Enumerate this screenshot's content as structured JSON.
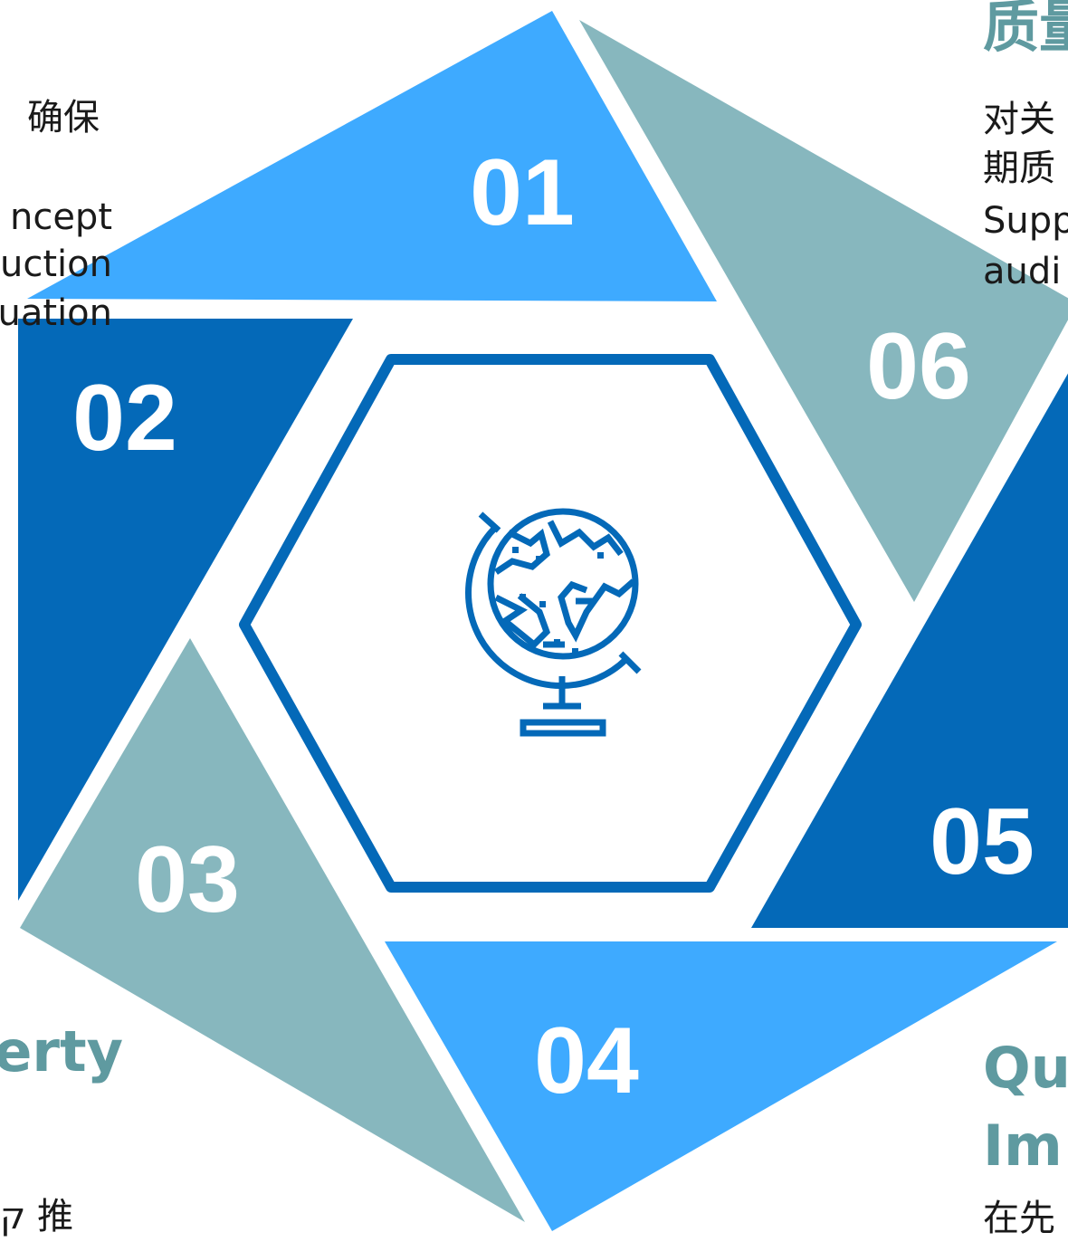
{
  "colors": {
    "light_blue": "#3eaaff",
    "dark_blue": "#0469b8",
    "gray_teal": "#87b7be",
    "accent_text": "#5f9aa0",
    "icon": "#0469b8"
  },
  "segments": [
    {
      "number": "01",
      "color": "#3eaaff"
    },
    {
      "number": "02",
      "color": "#0469b8"
    },
    {
      "number": "03",
      "color": "#87b7be"
    },
    {
      "number": "04",
      "color": "#3eaaff"
    },
    {
      "number": "05",
      "color": "#0469b8"
    },
    {
      "number": "06",
      "color": "#87b7be"
    }
  ],
  "center_icon": "globe-icon",
  "left_top_block": {
    "line_1": "确保",
    "line_2": "ncept",
    "line_3": "uction",
    "line_4": "uation"
  },
  "left_bottom_block": {
    "title": "erty",
    "line_1": "ק 推"
  },
  "right_top_block": {
    "title": "质量",
    "line_1": "对关",
    "line_2": "期质",
    "line_3": "Supp",
    "line_4": "audi"
  },
  "right_bottom_block": {
    "title_1": "Qu",
    "title_2": "Im",
    "line_1": "在先"
  }
}
